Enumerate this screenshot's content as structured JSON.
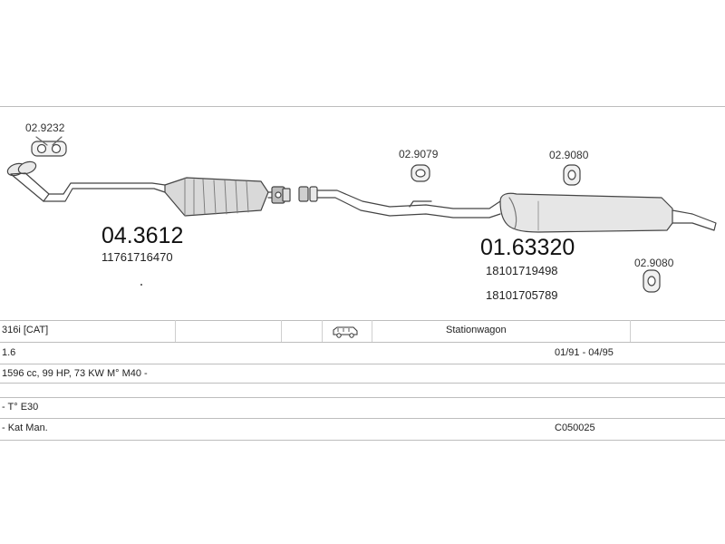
{
  "diagram": {
    "gasket_top": "02.9232",
    "front_pipe_cat": {
      "code": "04.3612",
      "oem": "11761716470"
    },
    "ring_mid": "02.9079",
    "rear_muffler": {
      "code": "01.63320",
      "oem1": "18101719498",
      "oem2": "18101705789"
    },
    "hanger_right": "02.9080",
    "hanger_bottom": "02.9080"
  },
  "table": {
    "model": "316i  [CAT]",
    "vehicle_icon": "car-icon",
    "body": "Stationwagon",
    "engine": "1.6",
    "years": "01/91 - 04/95",
    "specs": "1596 cc, 99 HP, 73 KW M° M40 -",
    "type": "- T° E30",
    "note": "- Kat Man.",
    "code": "C050025"
  }
}
